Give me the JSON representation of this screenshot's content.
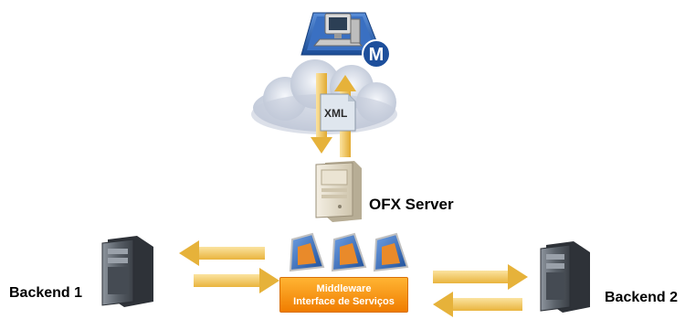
{
  "labels": {
    "xml": "XML",
    "ofx_server": "OFX Server",
    "backend_1": "Backend 1",
    "backend_2": "Backend 2",
    "middleware_line1": "Middleware",
    "middleware_line2": "Interface de Serviços",
    "client_badge": "M"
  },
  "icons": {
    "client": "client-workstation-icon",
    "cloud": "internet-cloud-icon",
    "document": "xml-document-icon",
    "ofx_server": "ofx-server-tower-icon",
    "backend_server": "backend-server-icon",
    "middleware_component": "middleware-component-icon"
  },
  "colors": {
    "arrow": "#f0c45a",
    "middleware": "#f7941d",
    "cloud": "#cfd6e3",
    "server_beige": "#e4dccb",
    "server_grey": "#5f6670",
    "badge": "#1d4f9c"
  }
}
